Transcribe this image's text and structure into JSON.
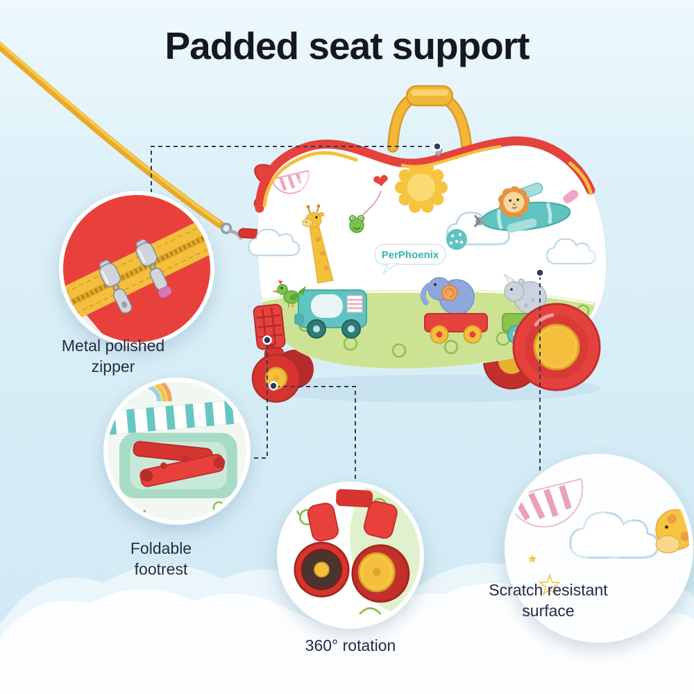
{
  "title": "Padded seat support",
  "product": {
    "brand": "PerPhoenix"
  },
  "callouts": {
    "zipper": {
      "lines": [
        "Metal polished",
        "zipper"
      ]
    },
    "footrest": {
      "lines": [
        "Foldable",
        "footrest"
      ]
    },
    "rotation": {
      "lines": [
        "360° rotation"
      ]
    },
    "surface": {
      "lines": [
        "Scratch resistant",
        "surface"
      ]
    }
  },
  "icons": {
    "star": "★",
    "heart": "❤"
  },
  "colors": {
    "background_blue": "#d9eef7",
    "shell_white": "#ffffff",
    "trim_red": "#e8413c",
    "zipper_yellow": "#f3bf3d",
    "strap_yellow": "#e9a92b",
    "teal": "#5fc4c0",
    "grass_green": "#cde394",
    "text_dark": "#232b45",
    "connector_navy": "#2e3a5c",
    "cloud_white": "#ffffff"
  }
}
